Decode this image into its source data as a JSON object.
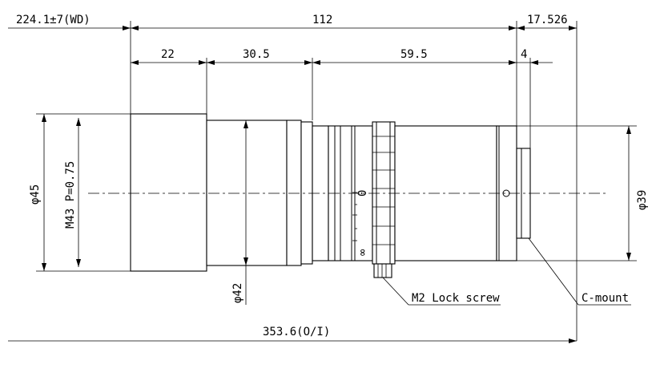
{
  "dimensions": {
    "wd": "224.1±7(WD)",
    "total_body": "112",
    "back": "17.526",
    "seg1": "22",
    "seg2": "30.5",
    "seg3": "59.5",
    "flange": "4",
    "dia_front": "φ45",
    "thread": "M43 P=0.75",
    "dia_mid": "φ42",
    "dia_rear": "φ39",
    "overall": "353.6(O/I)"
  },
  "callouts": {
    "lock_screw": "M2 Lock screw",
    "mount": "C-mount"
  },
  "scale_marks": {
    "zero": "0",
    "end": "∞"
  }
}
